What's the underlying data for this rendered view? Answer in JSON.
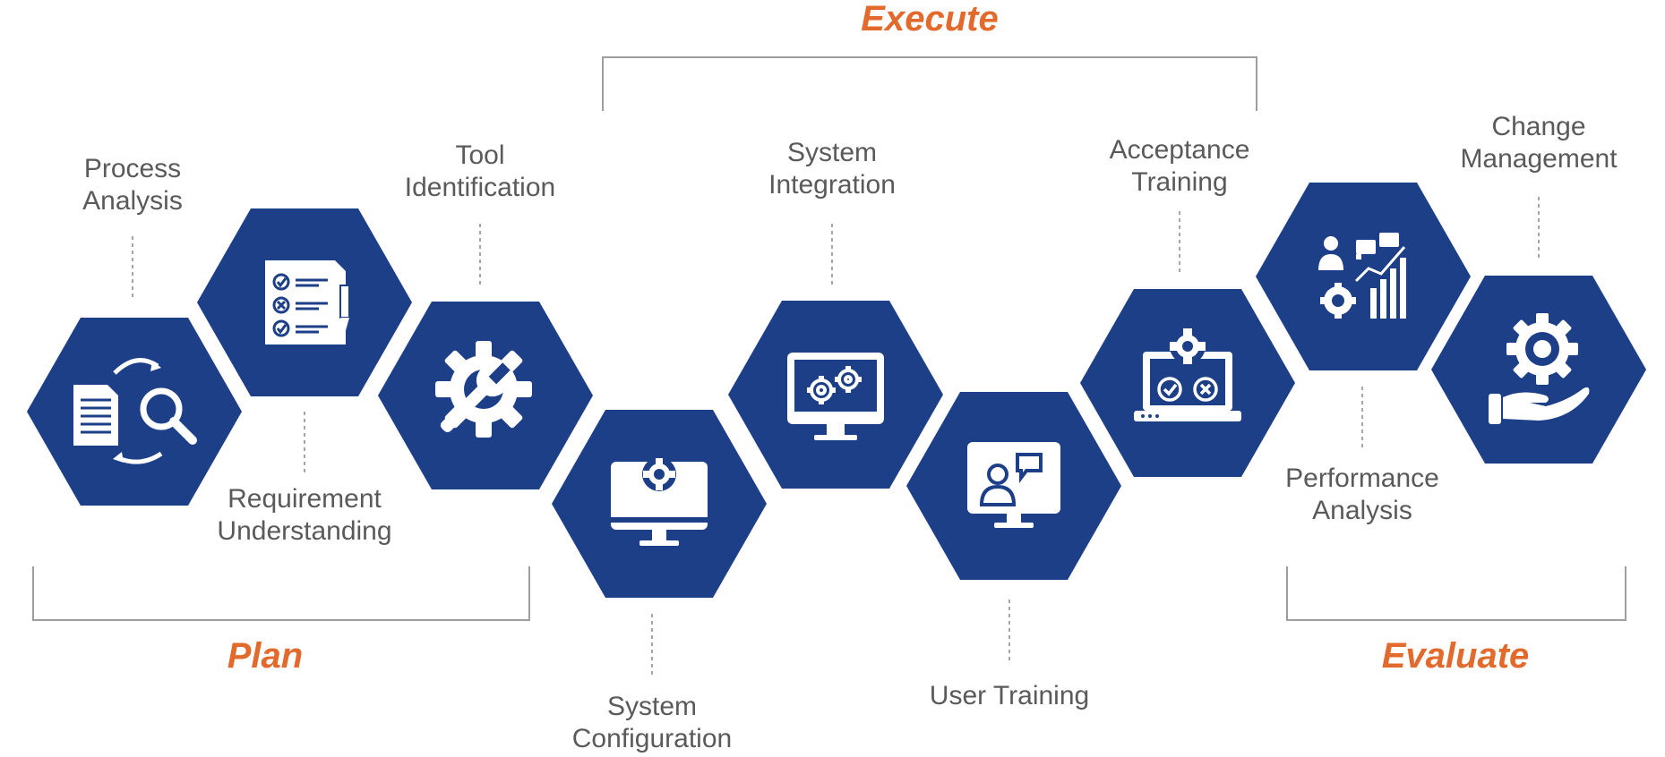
{
  "phases": {
    "execute": "Execute",
    "plan": "Plan",
    "evaluate": "Evaluate"
  },
  "steps": [
    {
      "id": "process-analysis",
      "lines": [
        "Process",
        "Analysis"
      ],
      "icon": "document-search-icon"
    },
    {
      "id": "requirement-understanding",
      "lines": [
        "Requirement",
        "Understanding"
      ],
      "icon": "checklist-icon"
    },
    {
      "id": "tool-identification",
      "lines": [
        "Tool",
        "Identification"
      ],
      "icon": "gear-wrench-icon"
    },
    {
      "id": "system-configuration",
      "lines": [
        "System",
        "Configuration"
      ],
      "icon": "monitor-gear-icon"
    },
    {
      "id": "system-integration",
      "lines": [
        "System",
        "Integration"
      ],
      "icon": "monitor-gears-icon"
    },
    {
      "id": "user-training",
      "lines": [
        "User Training"
      ],
      "icon": "monitor-user-chat-icon"
    },
    {
      "id": "acceptance-training",
      "lines": [
        "Acceptance",
        "Training"
      ],
      "icon": "laptop-gear-check-icon"
    },
    {
      "id": "performance-analysis",
      "lines": [
        "Performance",
        "Analysis"
      ],
      "icon": "presenter-chart-icon"
    },
    {
      "id": "change-management",
      "lines": [
        "Change",
        "Management"
      ],
      "icon": "hand-gear-icon"
    }
  ],
  "colors": {
    "hex_fill": "#1d3f87",
    "phase_text": "#e26a2c",
    "label_text": "#5a5a5a",
    "bracket": "#9e9e9e",
    "leader": "#888888"
  }
}
